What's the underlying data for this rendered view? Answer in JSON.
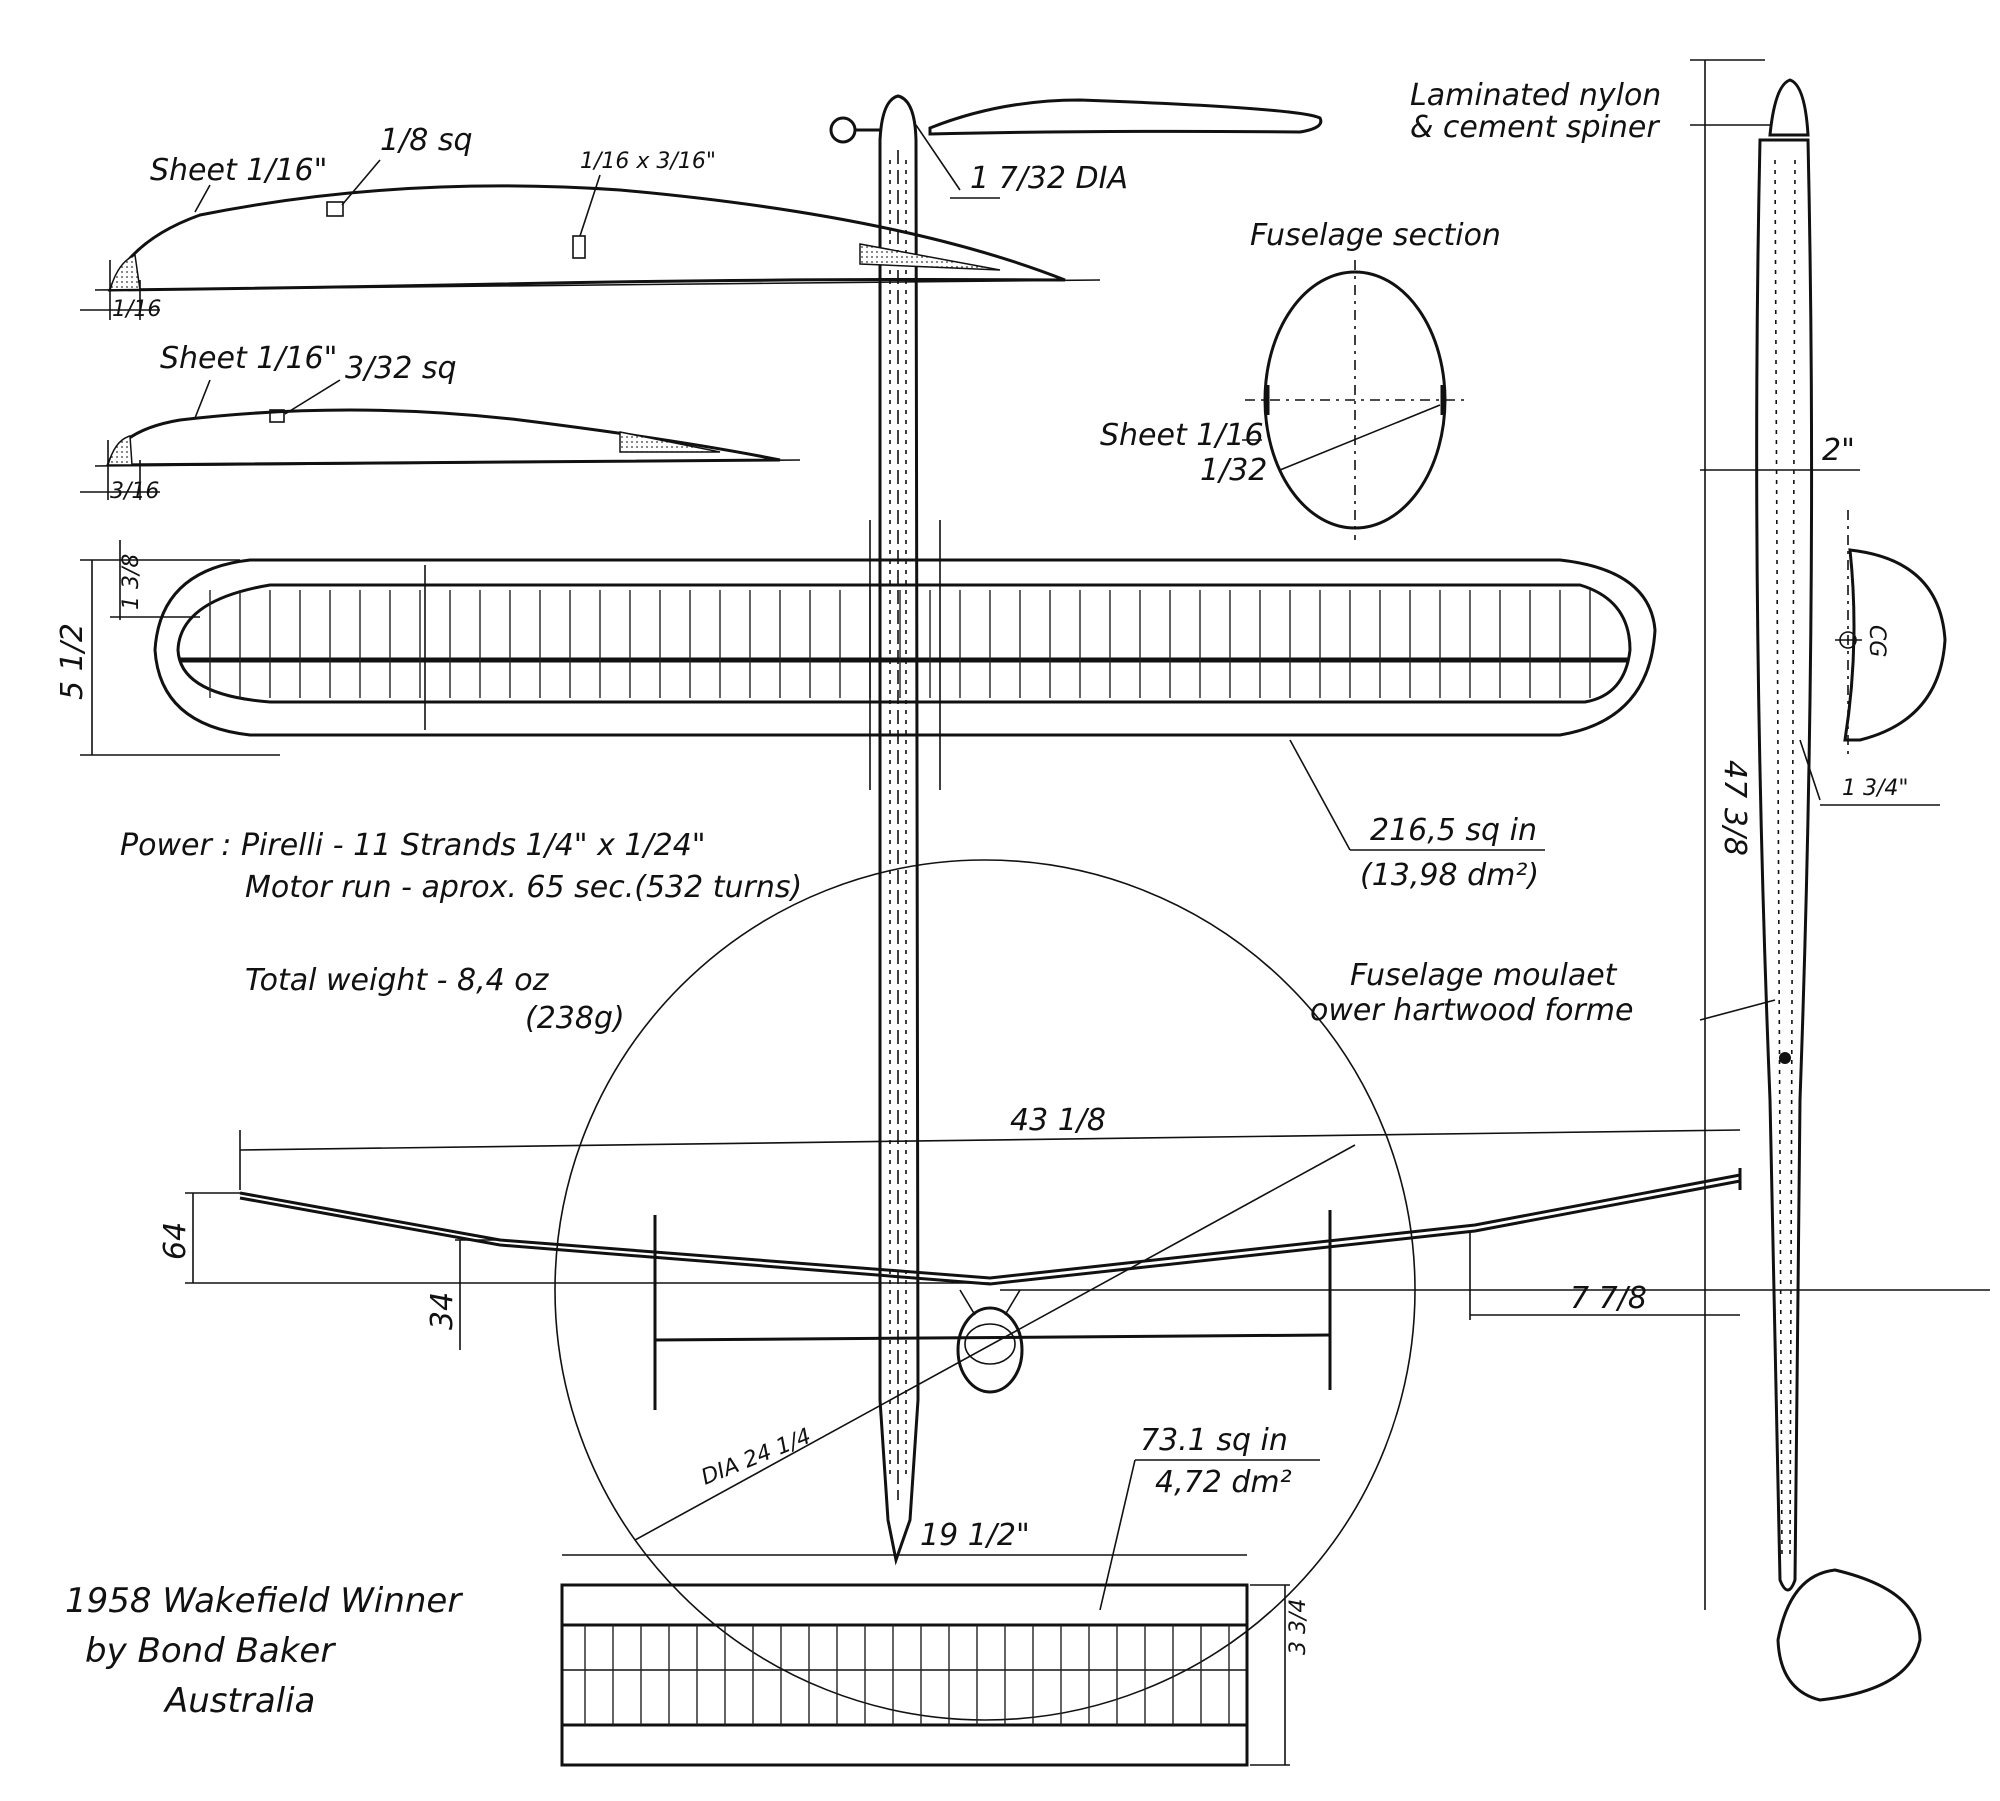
{
  "drawing": {
    "airfoil_wing": {
      "sheet": "Sheet 1/16\"",
      "spar": "1/8 sq",
      "rear_spar": "1/16 x 3/16\"",
      "le_dim": "1/16"
    },
    "airfoil_tail": {
      "sheet": "Sheet 1/16\"",
      "spar": "3/32 sq",
      "le_dim": "3/16"
    },
    "prop_hub": "1 7/32 DIA",
    "fuselage_section": {
      "title": "Fuselage section",
      "sheet": "Sheet 1/16",
      "inner": "1/32"
    },
    "wing_chord": "5 1/2",
    "wing_tip": "1 3/8",
    "wing_area_1": "216,5 sq in",
    "wing_area_2": "(13,98 dm²)",
    "power_line_1": "Power : Pirelli - 11 Strands 1/4\" x 1/24\"",
    "power_line_2": "Motor run - aprox. 65 sec.(532 turns)",
    "weight_line_1": "Total weight - 8,4 oz",
    "weight_line_2": "(238g)",
    "spinner_note_1": "Laminated nylon",
    "spinner_note_2": "& cement spiner",
    "fus_width": "2\"",
    "cg_label": "CG",
    "cg_dim": "1 3/4\"",
    "fus_length": "47 3/8",
    "fus_note_1": "Fuselage moulaet",
    "fus_note_2": "ower hartwood forme",
    "span": "43 1/8",
    "dihedral_outer": "64",
    "dihedral_inner": "34",
    "tip_panel": "7 7/8",
    "prop_dia": "DIA 24 1/4",
    "stab_area_1": "73.1 sq in",
    "stab_area_2": "4,72 dm²",
    "stab_span": "19 1/2\"",
    "stab_chord": "3 3/4",
    "credit_1": "1958 Wakefield Winner",
    "credit_2": "by  Bond  Baker",
    "credit_3": "Australia"
  }
}
